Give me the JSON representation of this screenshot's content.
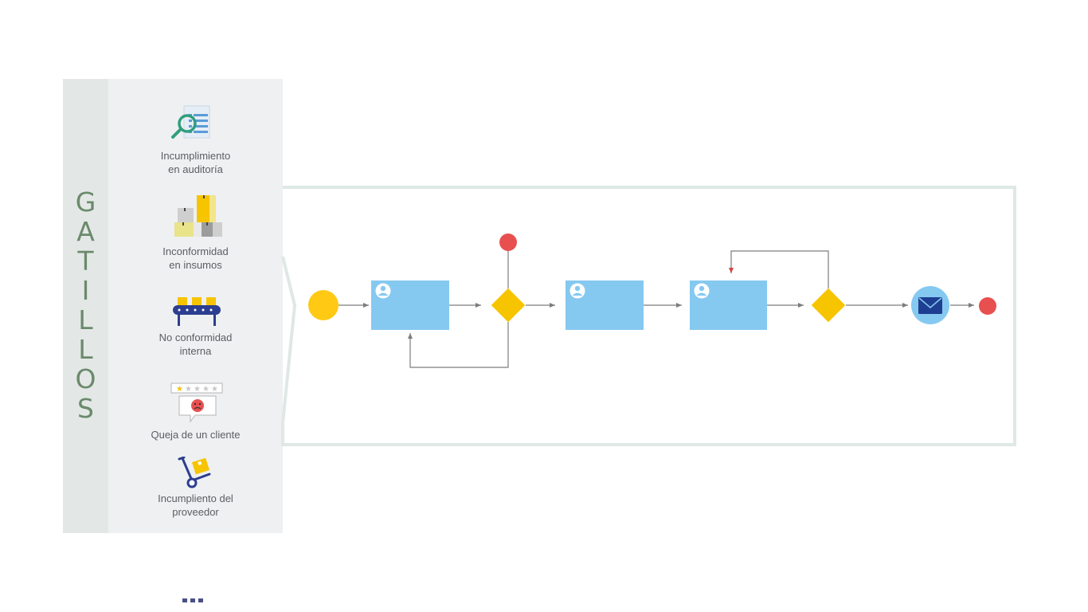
{
  "triggers": {
    "title_letters": [
      "G",
      "A",
      "T",
      "I",
      "L",
      "L",
      "O",
      "S"
    ],
    "items": [
      {
        "label": "Incumplimiento\nen auditoría",
        "icon": "audit-search-icon"
      },
      {
        "label": "Inconformidad\nen insumos",
        "icon": "boxes-icon"
      },
      {
        "label": "No conformidad\ninterna",
        "icon": "conveyor-belt-icon"
      },
      {
        "label": "Queja de un cliente",
        "icon": "customer-complaint-icon"
      },
      {
        "label": "Incumpliento del\nproveedor",
        "icon": "hand-truck-icon"
      }
    ],
    "more_indicator": "more-dots-icon"
  },
  "diagram": {
    "colors": {
      "start_event": "#ffc914",
      "end_event": "#e85050",
      "task": "#85c9f1",
      "gateway": "#f7c400",
      "message_event": "#85c9f1",
      "envelope": "#1e3e91",
      "flow": "#7d7d7d",
      "frame": "#dfe8e4"
    },
    "nodes": [
      {
        "id": "start",
        "type": "start-event"
      },
      {
        "id": "task-1",
        "type": "user-task"
      },
      {
        "id": "gateway-1",
        "type": "exclusive-gateway"
      },
      {
        "id": "end-top",
        "type": "end-event"
      },
      {
        "id": "task-2",
        "type": "user-task"
      },
      {
        "id": "task-3",
        "type": "user-task"
      },
      {
        "id": "gateway-2",
        "type": "exclusive-gateway"
      },
      {
        "id": "message",
        "type": "message-end-event",
        "icon": "envelope-icon"
      },
      {
        "id": "end",
        "type": "end-event"
      }
    ],
    "flows": [
      [
        "start",
        "task-1"
      ],
      [
        "task-1",
        "gateway-1"
      ],
      [
        "gateway-1",
        "end-top"
      ],
      [
        "gateway-1",
        "task-1"
      ],
      [
        "gateway-1",
        "task-2"
      ],
      [
        "task-2",
        "task-3"
      ],
      [
        "task-3",
        "gateway-2"
      ],
      [
        "gateway-2",
        "task-3"
      ],
      [
        "gateway-2",
        "message"
      ],
      [
        "message",
        "end"
      ]
    ]
  }
}
